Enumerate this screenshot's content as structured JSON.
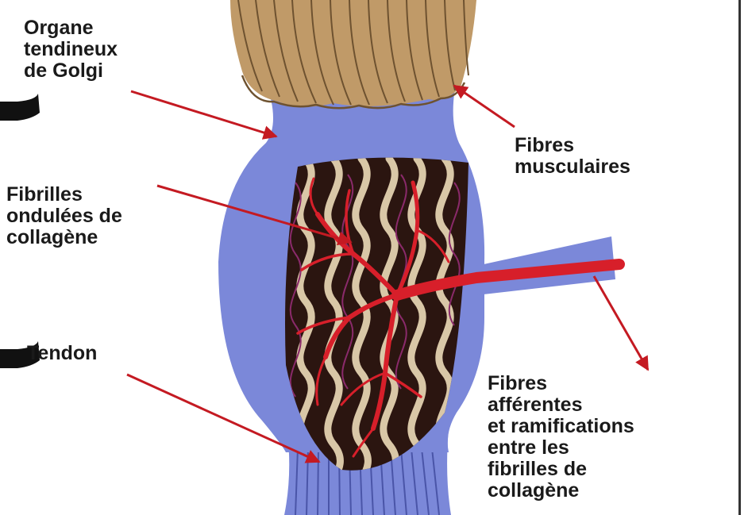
{
  "labels": {
    "golgi": [
      "Organe",
      "tendineux",
      "de Golgi"
    ],
    "muscle": [
      "Fibres",
      "musculaires"
    ],
    "collagen": [
      "Fibrilles",
      "ondulées de",
      "collagène"
    ],
    "tendon": [
      "Tendon"
    ],
    "afferent": [
      "Fibres",
      "afférentes",
      "et ramifications",
      "entre les",
      "fibrilles de",
      "collagène"
    ]
  },
  "colors": {
    "capsule": "#7b88d9",
    "muscle": "#c09a68",
    "collagen_core": "#2b1510",
    "collagen_fibril": "#d9c7a7",
    "nerve": "#d71f2a",
    "arrow": "#c41a22",
    "text": "#1a1a1a"
  },
  "icons": {
    "pointer_arrow": "arrow-pointer-icon"
  }
}
